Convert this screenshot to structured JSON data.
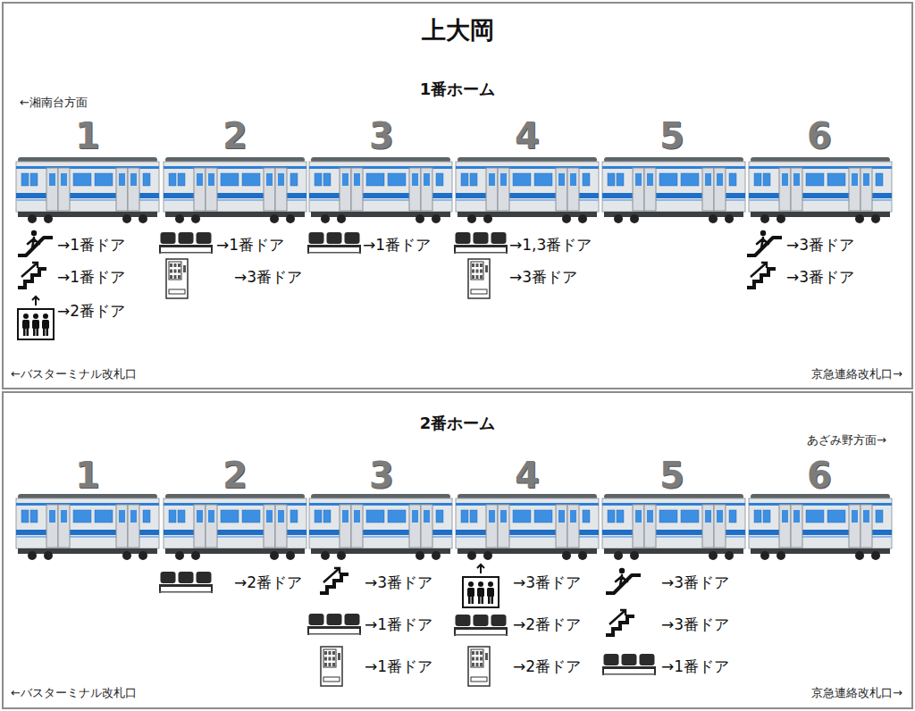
{
  "diagram": {
    "title": "上大岡",
    "nodes": [
      {
        "text": [
          "1番ホーム"
        ]
      },
      {
        "text": [
          "2番ホーム"
        ]
      }
    ],
    "labels": [
      "←湘南台方面",
      "1",
      "2",
      "3",
      "4",
      "5",
      "6",
      "→1番ドア",
      "→1番ドア",
      "→2番ドア",
      "→1番ドア",
      "→3番ドア",
      "→1番ドア",
      "→1,3番ドア",
      "→3番ドア",
      "→3番ドア",
      "→3番ドア",
      "←バスターミナル改札口",
      "京急連絡改札口→",
      "あざみ野方面→",
      "1",
      "2",
      "3",
      "4",
      "5",
      "6",
      "→2番ドア",
      "→3番ドア",
      "→1番ドア",
      "→1番ドア",
      "→3番ドア",
      "→2番ドア",
      "→2番ドア",
      "→3番ドア",
      "→3番ドア",
      "→1番ドア",
      "←バスターミナル改札口",
      "京急連絡改札口→"
    ]
  }
}
